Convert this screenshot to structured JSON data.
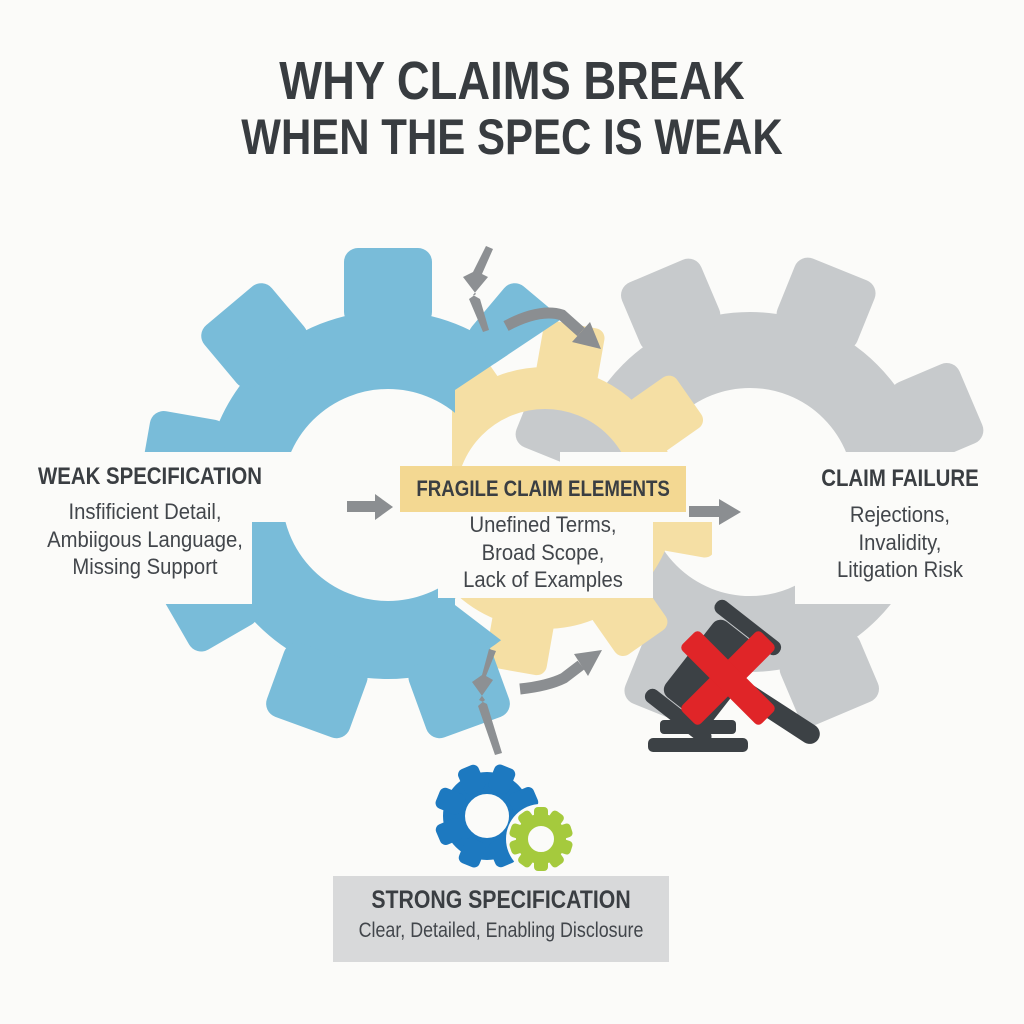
{
  "title": {
    "line1": "WHY CLAIMS BREAK",
    "line2": "WHEN THE SPEC IS WEAK"
  },
  "stages": [
    {
      "title": "WEAK SPECIFICATION",
      "details": [
        "Insfificient Detail,",
        "Ambiigous Language,",
        "Missing Support"
      ]
    },
    {
      "title": "FRAGILE CLAIM ELEMENTS",
      "details": [
        "Unefined Terms,",
        "Broad Scope,",
        "Lack of Examples"
      ]
    },
    {
      "title": "CLAIM FAILURE",
      "details": [
        "Rejections,",
        "Invalidity,",
        "Litigation Risk"
      ]
    }
  ],
  "footer": {
    "title": "STRONG SPECIFICATION",
    "subtitle": "Clear, Detailed, Enabling Disclosure"
  },
  "icons": {
    "left_gear": "broken-blue-gear-icon",
    "middle_gear": "fragile-yellow-gear-icon",
    "right_gear": "gray-gear-icon",
    "cracks": "crack-bolt-icon",
    "flow_arrows": "arrow-right-icon",
    "failure": "gavel-crossed-out-icon",
    "meshing_gears": "blue-green-gears-icon"
  },
  "colors": {
    "background": "#fbfbf9",
    "heading_text": "#3a3e42",
    "body_text": "#42464b",
    "blue_gear": "#79bcd9",
    "yellow_gear": "#f5dfa4",
    "yellow_band": "#f3d892",
    "gray_gear": "#c7cacc",
    "arrow_gray": "#8b8e91",
    "red_x": "#e02528",
    "gavel_dark": "#3c4145",
    "small_gear_blue": "#1d79c0",
    "small_gear_green": "#a5ca3d",
    "footer_box": "#d8d9da"
  }
}
